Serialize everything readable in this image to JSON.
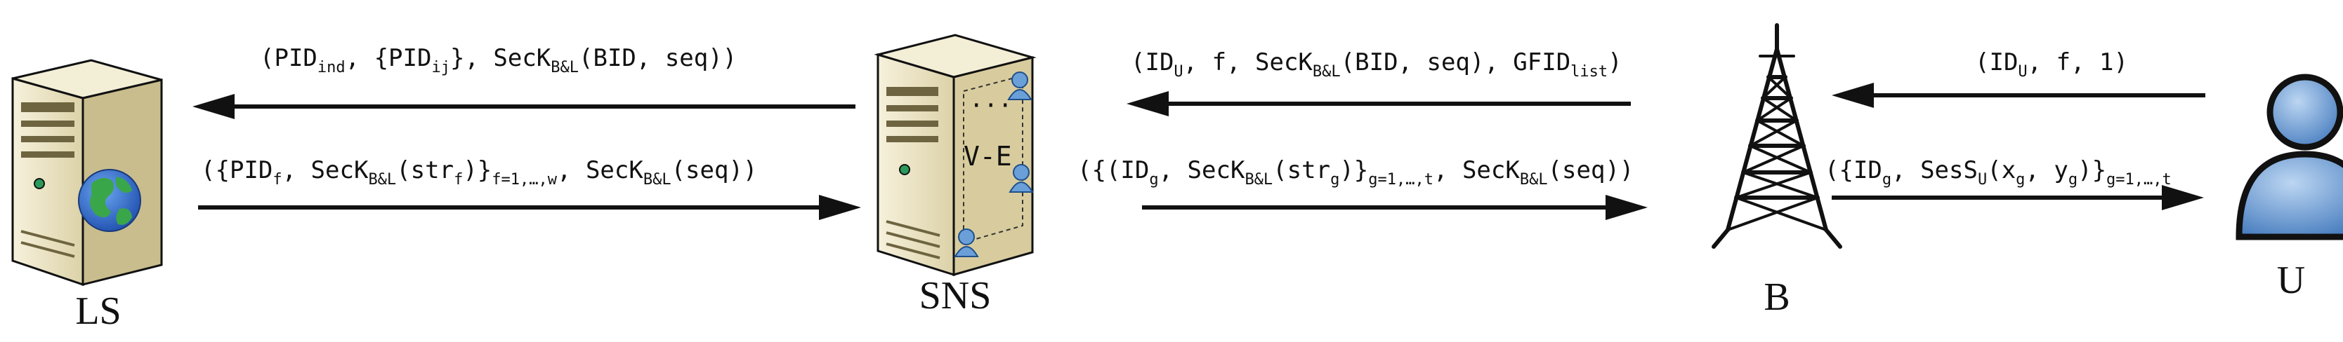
{
  "nodes": {
    "ls": "LS",
    "sns": "SNS",
    "b": "B",
    "u": "U",
    "ve": "V-E",
    "ve_dots": "···"
  },
  "messages": {
    "m1": {
      "parts": [
        {
          "t": "(PID"
        },
        {
          "t": "ind",
          "s": "sub"
        },
        {
          "t": ", {PID"
        },
        {
          "t": "ij",
          "s": "sub"
        },
        {
          "t": "}, SecK"
        },
        {
          "t": "B&L",
          "s": "sub"
        },
        {
          "t": "(BID, seq))"
        }
      ]
    },
    "m2": {
      "parts": [
        {
          "t": "({PID"
        },
        {
          "t": "f",
          "s": "sub"
        },
        {
          "t": ", SecK"
        },
        {
          "t": "B&L",
          "s": "sub"
        },
        {
          "t": "(str"
        },
        {
          "t": "f",
          "s": "sub"
        },
        {
          "t": ")}"
        },
        {
          "t": "f=1,…,w",
          "s": "sub"
        },
        {
          "t": ", SecK"
        },
        {
          "t": "B&L",
          "s": "sub"
        },
        {
          "t": "(seq))"
        }
      ]
    },
    "m3": {
      "parts": [
        {
          "t": "(ID"
        },
        {
          "t": "U",
          "s": "sub"
        },
        {
          "t": ", f, SecK"
        },
        {
          "t": "B&L",
          "s": "sub"
        },
        {
          "t": "(BID, seq), GFID"
        },
        {
          "t": "list",
          "s": "sub"
        },
        {
          "t": ")"
        }
      ]
    },
    "m4": {
      "parts": [
        {
          "t": "({(ID"
        },
        {
          "t": "g",
          "s": "sub"
        },
        {
          "t": ", SecK"
        },
        {
          "t": "B&L",
          "s": "sub"
        },
        {
          "t": "(str"
        },
        {
          "t": "g",
          "s": "sub"
        },
        {
          "t": ")}"
        },
        {
          "t": "g=1,…,t",
          "s": "sub"
        },
        {
          "t": ", SecK"
        },
        {
          "t": "B&L",
          "s": "sub"
        },
        {
          "t": "(seq))"
        }
      ]
    },
    "m5": {
      "parts": [
        {
          "t": "(ID"
        },
        {
          "t": "U",
          "s": "sub"
        },
        {
          "t": ", f, 1)"
        }
      ]
    },
    "m6": {
      "parts": [
        {
          "t": "({ID"
        },
        {
          "t": "g",
          "s": "sub"
        },
        {
          "t": ", SesS"
        },
        {
          "t": "U",
          "s": "sub"
        },
        {
          "t": "(x"
        },
        {
          "t": "g",
          "s": "sub"
        },
        {
          "t": ", y"
        },
        {
          "t": "g",
          "s": "sub"
        },
        {
          "t": ")}"
        },
        {
          "t": "g=1,…,t",
          "s": "sub"
        }
      ]
    }
  },
  "colors": {
    "ink": "#111111",
    "server_body": "#eae3c4",
    "server_side": "#c9bd8e",
    "server_dark": "#6e6440",
    "globe_sea": "#2f6fd6",
    "globe_land": "#3aa64a",
    "user_blue": "#6a9fd8",
    "user_dark": "#1f4f8a",
    "led": "#2a9a5a"
  },
  "icons": {
    "ls": "server-globe-icon",
    "sns": "server-users-icon",
    "b": "antenna-tower-icon",
    "u": "user-icon"
  }
}
